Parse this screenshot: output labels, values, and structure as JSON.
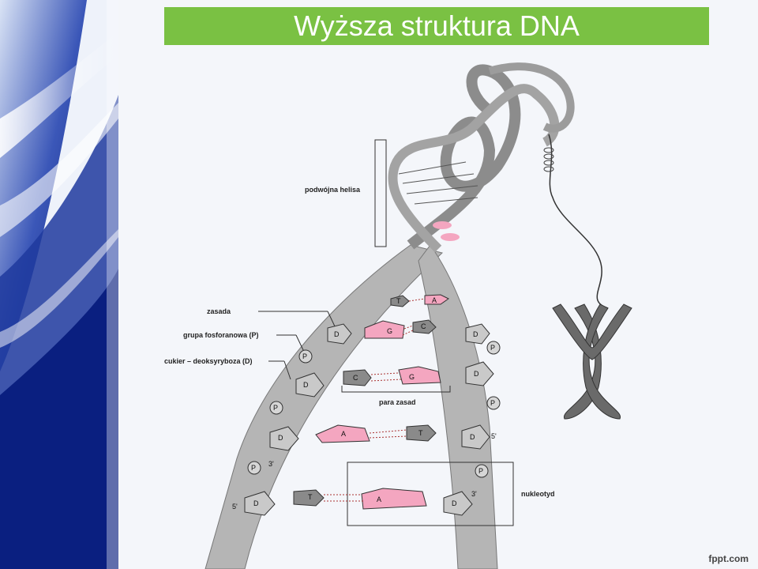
{
  "title": "Wyższa struktura DNA",
  "labels": {
    "double_helix": "podwójna helisa",
    "base": "zasada",
    "phosphate_group": "grupa fosforanowa (P)",
    "sugar": "cukier – deoksyryboza (D)",
    "base_pair": "para zasad",
    "nucleotide": "nukleotyd"
  },
  "strand_ends": {
    "five_prime": "5'",
    "three_prime": "3'"
  },
  "nodes": {
    "phosphate": "P",
    "sugar": "D"
  },
  "bases": {
    "row1": {
      "left": "T",
      "right": "A"
    },
    "row2": {
      "left": "G",
      "right": "C"
    },
    "row3": {
      "left": "C",
      "right": "G"
    },
    "row4": {
      "left": "A",
      "right": "T"
    },
    "row5": {
      "left": "T",
      "right": "A"
    }
  },
  "footer": "fppt.com",
  "colors": {
    "title_bar": "#7ac143",
    "purine": "#f4a6c0",
    "pyrimidine": "#8a8a8a",
    "strand": "#a8a8a8"
  }
}
